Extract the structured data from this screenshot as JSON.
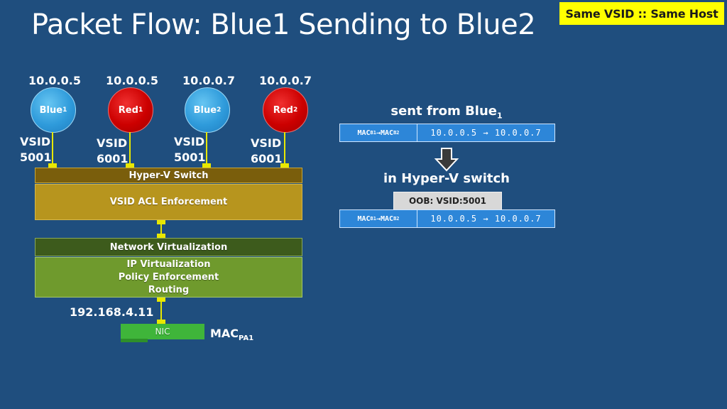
{
  "title": "Packet Flow: Blue1 Sending to Blue2",
  "badge": "Same VSID :: Same Host",
  "vms": [
    {
      "ip": "10.0.0.5",
      "name": "Blue",
      "sub": "1",
      "color": "blue",
      "vsid_label": "VSID",
      "vsid": "5001"
    },
    {
      "ip": "10.0.0.5",
      "name": "Red",
      "sub": "1",
      "color": "red",
      "vsid_label": "VSID",
      "vsid": "6001"
    },
    {
      "ip": "10.0.0.7",
      "name": "Blue",
      "sub": "2",
      "color": "blue",
      "vsid_label": "VSID",
      "vsid": "5001"
    },
    {
      "ip": "10.0.0.7",
      "name": "Red",
      "sub": "2",
      "color": "red",
      "vsid_label": "VSID",
      "vsid": "6001"
    }
  ],
  "hyperv": {
    "header": "Hyper-V Switch",
    "body": "VSID ACL Enforcement"
  },
  "netvirt": {
    "header": "Network Virtualization",
    "line1": "IP Virtualization",
    "line2": "Policy Enforcement",
    "line3": "Routing"
  },
  "host_ip": "192.168.4.11",
  "nic": {
    "label": "NIC",
    "mac": "MAC",
    "mac_sub": "PA1"
  },
  "flow": {
    "sent_label": "sent from Blue",
    "sent_sub": "1",
    "switch_label": "in Hyper-V switch",
    "oob": "OOB: VSID:5001",
    "packet": {
      "mac_a": "MAC",
      "mac_a_sub": "B1",
      "arrow": "→",
      "mac_b": "MAC",
      "mac_b_sub": "B2",
      "addr": "10.0.0.5 → 10.0.0.7"
    }
  },
  "colors": {
    "background": "#1F4E7E",
    "badge": "#FFFF00",
    "blue_vm": "#2F9BDB",
    "red_vm": "#CC0000",
    "hyperv": "#B7951E",
    "netvirt": "#6F9A2D",
    "nic": "#3FB53A",
    "packet": "#2D86D8"
  }
}
